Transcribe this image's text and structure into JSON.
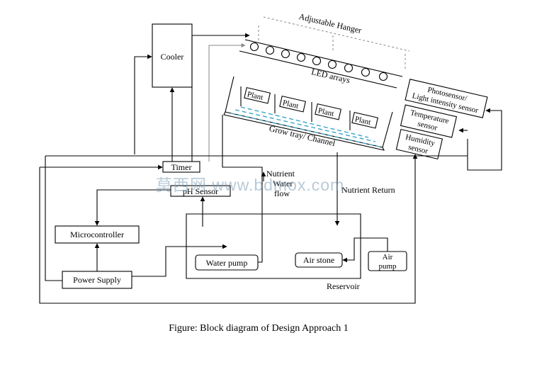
{
  "diagram": {
    "labels": {
      "cooler": "Cooler",
      "adjustable_hanger": "Adjustable Hanger",
      "led_arrays": "LED arrays",
      "plant": "Plant",
      "grow_tray": "Grow tray/ Channel",
      "photosensor_line1": "Photosensor/",
      "photosensor_line2": "Light intensity sensor",
      "temperature_line1": "Temperature",
      "temperature_line2": "sensor",
      "humidity_line1": "Humidity",
      "humidity_line2": "sensor",
      "timer": "Timer",
      "ph_sensor": "pH Sensor",
      "nutrient_line1": "Nutrient",
      "nutrient_line2": "Water",
      "nutrient_line3": "flow",
      "nutrient_return": "Nutrient Return",
      "microcontroller": "Microcontroller",
      "water_pump": "Water pump",
      "air_stone": "Air stone",
      "air_pump_line1": "Air",
      "air_pump_line2": "pump",
      "power_supply": "Power Supply",
      "reservoir": "Reservoir"
    },
    "watermark": "莫西网 www.bdmox.com",
    "caption": "Figure: Block diagram of Design Approach 1"
  }
}
